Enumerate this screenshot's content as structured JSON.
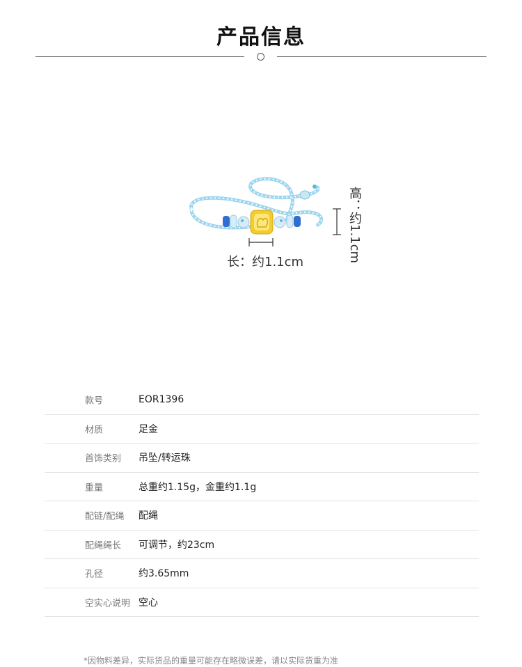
{
  "header": {
    "title": "产品信息"
  },
  "product_image": {
    "length_label": "长：约1.1cm",
    "height_label": "高：约1.1cm",
    "colors": {
      "cord": "#9dd6ee",
      "cord_dark": "#5fb6dd",
      "bead_blue": "#2f6fd0",
      "bead_light": "#d8ecf7",
      "gold": "#f3cc2e",
      "gold_light": "#fbe77a"
    }
  },
  "specs": [
    {
      "key": "款号",
      "value": "EOR1396"
    },
    {
      "key": "材质",
      "value": "足金"
    },
    {
      "key": "首饰类别",
      "value": "吊坠/转运珠"
    },
    {
      "key": "重量",
      "value": "总重约1.15g，金重约1.1g"
    },
    {
      "key": "配链/配绳",
      "value": "配绳"
    },
    {
      "key": "配绳绳长",
      "value": "可调节，约23cm"
    },
    {
      "key": "孔径",
      "value": "约3.65mm"
    },
    {
      "key": "空实心说明",
      "value": "空心"
    }
  ],
  "footnote": "*因物料差异，实际货品的重量可能存在略微误差，请以实际货重为准"
}
